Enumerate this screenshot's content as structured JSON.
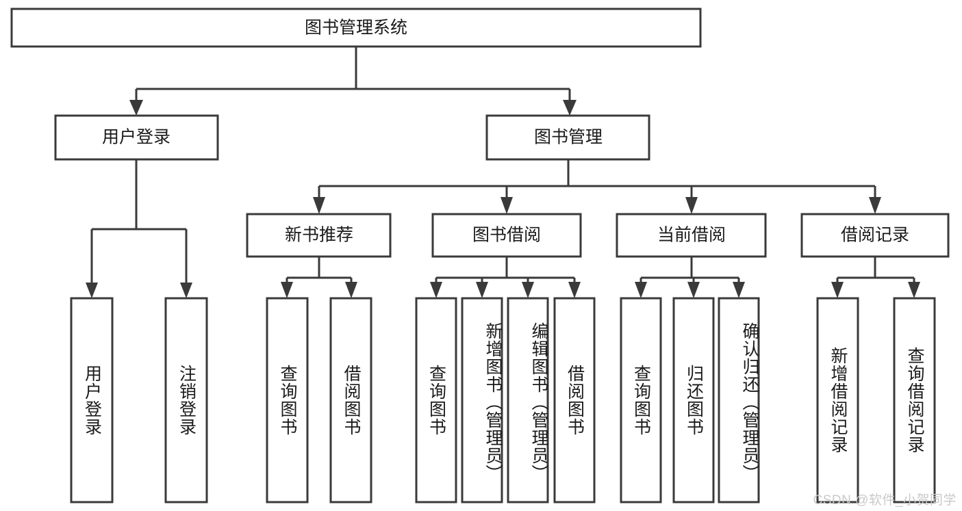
{
  "diagram": {
    "title": "图书管理系统",
    "type": "tree-hierarchy-diagram",
    "style": {
      "box_fill": "#ffffff",
      "box_stroke": "#3a3a3a",
      "text_color": "#1a1a1a",
      "background": "#ffffff"
    }
  },
  "root": {
    "label": "图书管理系统"
  },
  "level2": [
    {
      "label": "用户登录"
    },
    {
      "label": "图书管理"
    }
  ],
  "level3": [
    {
      "label": "新书推荐"
    },
    {
      "label": "图书借阅"
    },
    {
      "label": "当前借阅"
    },
    {
      "label": "借阅记录"
    }
  ],
  "leaves": {
    "user_login": [
      {
        "label": "用户登录"
      },
      {
        "label": "注销登录"
      }
    ],
    "new_book_recommend": [
      {
        "label": "查询图书"
      },
      {
        "label": "借阅图书"
      }
    ],
    "book_borrow": [
      {
        "label": "查询图书"
      },
      {
        "label": "新增图书（管理员）"
      },
      {
        "label": "编辑图书（管理员）"
      },
      {
        "label": "借阅图书"
      }
    ],
    "current_borrow": [
      {
        "label": "查询图书"
      },
      {
        "label": "归还图书"
      },
      {
        "label": "确认归还（管理员）"
      }
    ],
    "borrow_record": [
      {
        "label": "新增借阅记录"
      },
      {
        "label": "查询借阅记录"
      }
    ]
  },
  "watermark": {
    "text": "CSDN @软件_小贺同学"
  }
}
